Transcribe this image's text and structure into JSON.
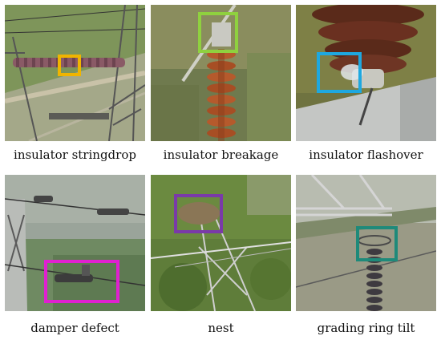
{
  "panels": [
    {
      "caption": "insulator stringdrop",
      "box_color": "#f0b400"
    },
    {
      "caption": "insulator breakage",
      "box_color": "#8fd13f"
    },
    {
      "caption": "insulator flashover",
      "box_color": "#1ea8e0"
    },
    {
      "caption": "damper defect",
      "box_color": "#e020d0"
    },
    {
      "caption": "nest",
      "box_color": "#7a3aa8"
    },
    {
      "caption": "grading ring tilt",
      "box_color": "#1e8a7a"
    }
  ]
}
